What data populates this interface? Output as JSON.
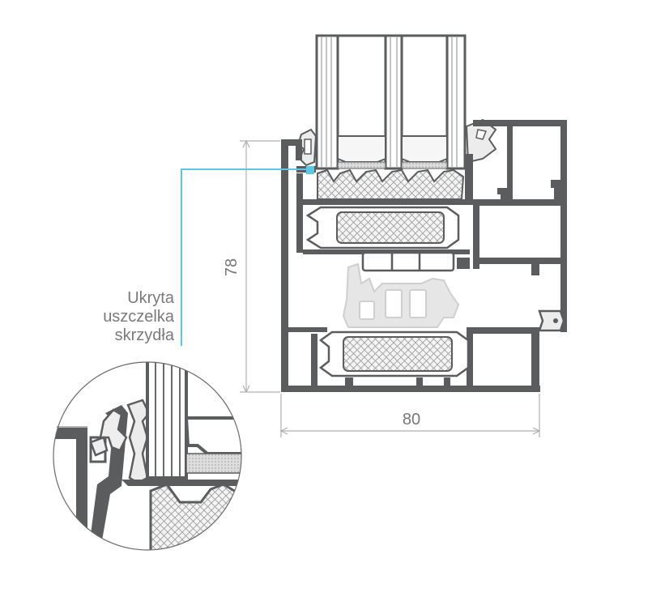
{
  "diagram": {
    "dimension_height": "78",
    "dimension_width": "80",
    "callout_lines": [
      "Ukryta",
      "uszczelka",
      "skrzydła"
    ]
  },
  "colors": {
    "profile": "#5a5c5e",
    "profile_light": "#e2e2e2",
    "accent": "#5bc8e8",
    "dimension_line": "#b0b0b0",
    "text": "#7a7a7a"
  }
}
